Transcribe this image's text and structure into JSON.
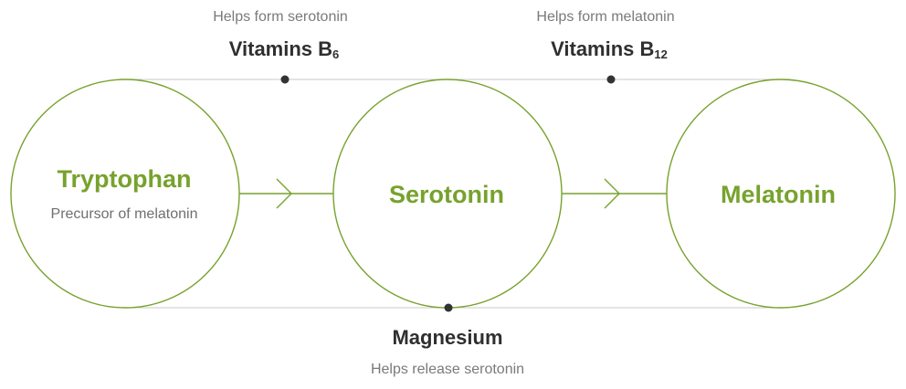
{
  "colors": {
    "accent": "#77a22d",
    "connector": "#c9c9c9",
    "dot": "#333333"
  },
  "nodes": [
    {
      "title": "Tryptophan",
      "subtitle": "Precursor of melatonin"
    },
    {
      "title": "Serotonin",
      "subtitle": ""
    },
    {
      "title": "Melatonin",
      "subtitle": ""
    }
  ],
  "factors": {
    "b6": {
      "name": "Vitamins B",
      "subscript": "6",
      "note": "Helps form serotonin"
    },
    "b12": {
      "name": "Vitamins B",
      "subscript": "12",
      "note": "Helps form melatonin"
    },
    "magnesium": {
      "name": "Magnesium",
      "note": "Helps release serotonin"
    }
  }
}
